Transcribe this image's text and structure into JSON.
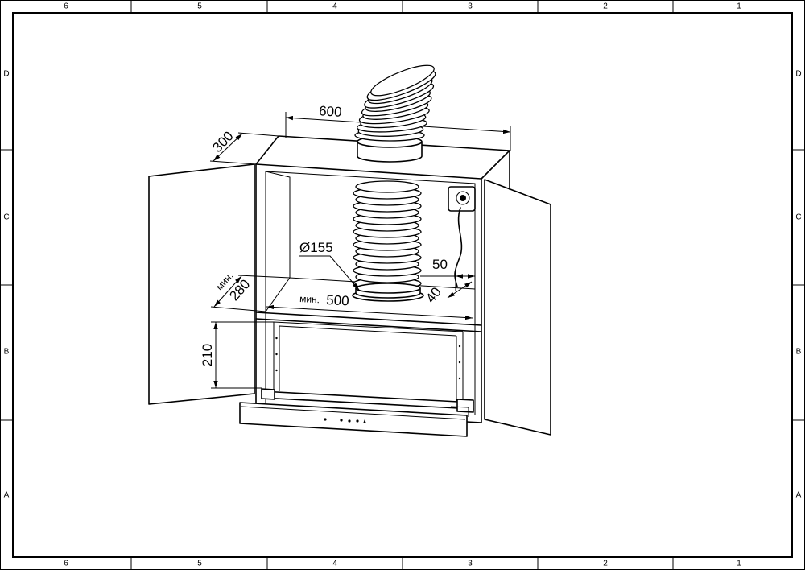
{
  "frame": {
    "columns_top": [
      "6",
      "5",
      "4",
      "3",
      "2",
      "1"
    ],
    "columns_bottom": [
      "6",
      "5",
      "4",
      "3",
      "2",
      "1"
    ],
    "rows_left": [
      "D",
      "C",
      "B",
      "A"
    ],
    "rows_right": [
      "D",
      "C",
      "B",
      "A"
    ]
  },
  "dimensions": {
    "cabinet_width": "600",
    "cabinet_depth": "300",
    "duct_diameter": "Ø155",
    "socket_offset": "50",
    "socket_clearance": "40",
    "shelf_depth_prefix": "мин.",
    "shelf_depth": "280",
    "shelf_width_prefix": "мин.",
    "shelf_width": "500",
    "hood_height": "210"
  },
  "colors": {
    "line": "#000000",
    "background": "#ffffff"
  }
}
